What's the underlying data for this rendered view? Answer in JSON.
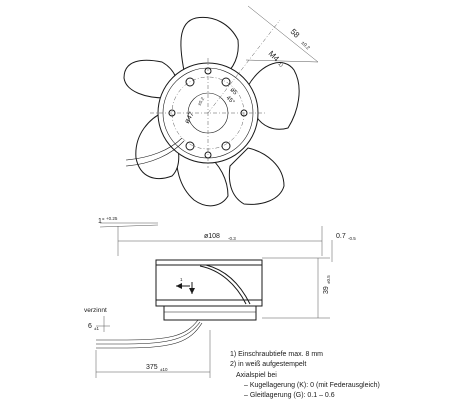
{
  "top_view": {
    "dia_circle": "ø47",
    "dia_circle_tol": "±0.2",
    "radius_label": "58",
    "radius_tol": "±0.2",
    "thread": "M4",
    "thread_note": "1)",
    "angle_label": "45°",
    "hole_dia": "ø5"
  },
  "side_view": {
    "angle": "1°",
    "angle_tol": "+0.25",
    "dia_label": "ø108",
    "dia_tol": "-0.3",
    "offset": "0.7",
    "offset_tol": "-0.5",
    "height": "39",
    "height_tol": "±0.5",
    "tin_label": "verzinnt",
    "tin_len": "6",
    "tin_tol": "±1",
    "cable_len": "375",
    "cable_tol": "±10",
    "arrow_note": "1"
  },
  "notes": [
    "1)  Einschraubtiefe max. 8 mm",
    "2)  in weiß aufgestempelt",
    "Axialspiel bei",
    "– Kugellagerung (K): 0 (mit Federausgleich)",
    "– Gleitlagerung (G): 0.1 – 0.6"
  ]
}
